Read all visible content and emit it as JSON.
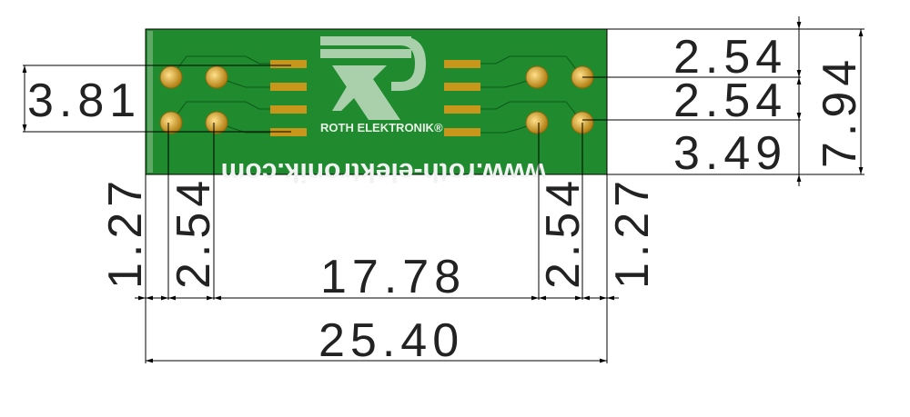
{
  "board": {
    "brand": "ROTH ELEKTRONIK®",
    "url": "www.roth-elektronik.com",
    "colors": {
      "pcb": "#1f8a2e",
      "pad": "#d9a520",
      "silk": "#e8efe8"
    }
  },
  "dimensions": {
    "left_pitch": "3.81",
    "right_top": "2.54",
    "right_mid": "2.54",
    "right_bottom": "3.49",
    "right_total": "7.94",
    "bottom_left_edge": "1.27",
    "bottom_left_pitch": "2.54",
    "bottom_center": "17.78",
    "bottom_right_pitch": "2.54",
    "bottom_right_edge": "1.27",
    "total_width": "25.40"
  }
}
